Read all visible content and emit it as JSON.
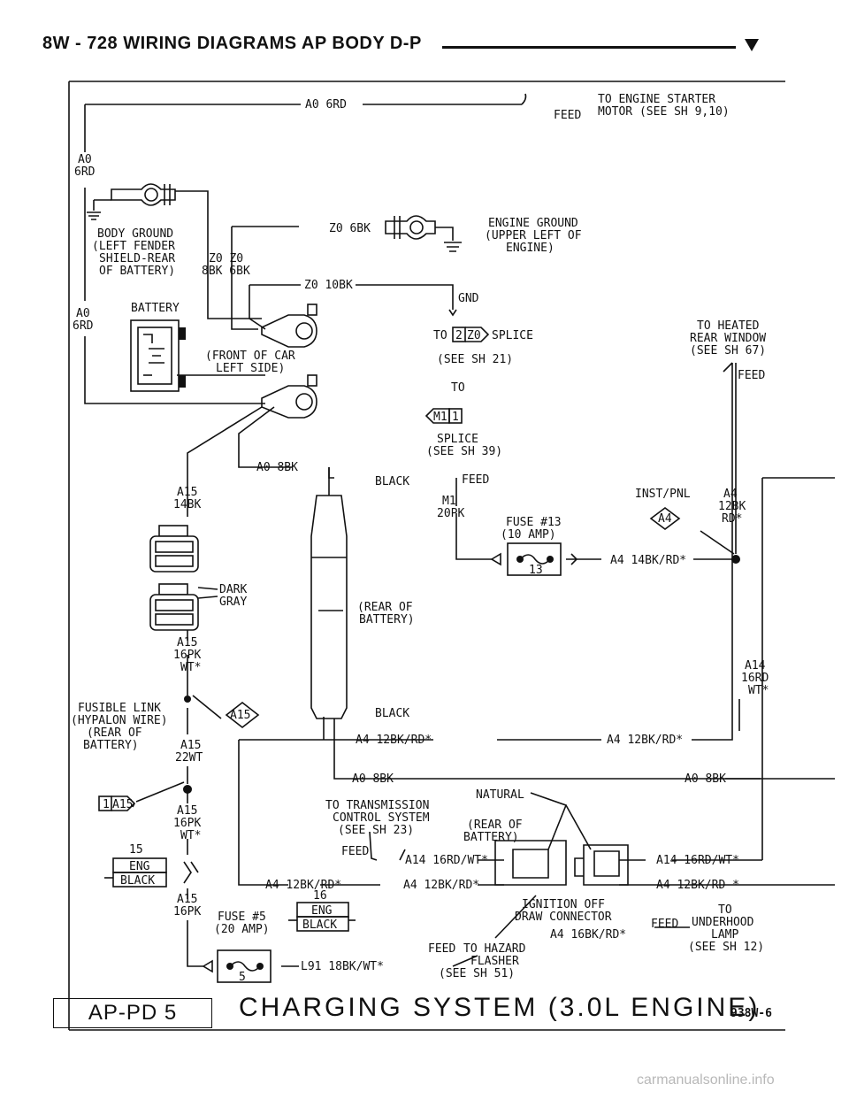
{
  "header": {
    "title": "8W - 728   WIRING DIAGRAMS AP BODY D-P"
  },
  "labels": {
    "a0_6rd_top": "A0 6RD",
    "to_engine_starter_1": "TO ENGINE STARTER",
    "to_engine_starter_2": "MOTOR (SEE SH 9,10)",
    "feed_starter": "FEED",
    "a0_left_1": "A0",
    "a0_left_2": "6RD",
    "body_ground_1": "BODY GROUND",
    "body_ground_2": "(LEFT FENDER",
    "body_ground_3": "SHIELD-REAR",
    "body_ground_4": "OF BATTERY)",
    "z0_z0": "Z0  Z0",
    "bk8_bk6": "8BK 6BK",
    "z0_6bk": "Z0 6BK",
    "engine_ground_1": "ENGINE GROUND",
    "engine_ground_2": "(UPPER LEFT OF",
    "engine_ground_3": "ENGINE)",
    "z0_10bk": "Z0 10BK",
    "gnd": "GND",
    "a0_mid_1": "A0",
    "a0_mid_2": "6RD",
    "battery": "BATTERY",
    "front_of_car_1": "(FRONT OF CAR",
    "front_of_car_2": "LEFT SIDE)",
    "to_splice_z0": "TO",
    "z0_tag_num": "2",
    "z0_tag_txt": "Z0",
    "splice_word": "SPLICE",
    "see_sh_21": "(SEE SH 21)",
    "to_heated_1": "TO HEATED",
    "to_heated_2": "REAR WINDOW",
    "to_heated_3": "(SEE SH 67)",
    "feed_heated": "FEED",
    "to_m1": "TO",
    "m1_tag_txt": "M1",
    "m1_tag_num": "1",
    "splice_m1_1": "SPLICE",
    "splice_m1_2": "(SEE SH 39)",
    "feed_m1": "FEED",
    "m1_wire_1": "M1",
    "m1_wire_2": "20PK",
    "a0_8bk": "A0 8BK",
    "black_1": "BLACK",
    "a15_14bk_1": "A15",
    "a15_14bk_2": "14BK",
    "inst_pnl": "INST/PNL",
    "a4_tag": "A4",
    "a4_12bk_1": "A4",
    "a4_12bk_2": "12BK",
    "a4_12bk_3": "RD*",
    "fuse13_1": "FUSE #13",
    "fuse13_2": "(10 AMP)",
    "fuse13_num": "13",
    "a4_14bk": "A4 14BK/RD*",
    "dark_gray_1": "DARK",
    "dark_gray_2": "GRAY",
    "rear_batt_1": "(REAR OF",
    "rear_batt_2": "BATTERY)",
    "a15_16pk_1": "A15",
    "a15_16pk_2": "16PK",
    "a15_16pk_3": "WT*",
    "a14_16rd_1": "A14",
    "a14_16rd_2": "16RD",
    "a14_16rd_3": "WT*",
    "fusible_1": "FUSIBLE LINK",
    "fusible_2": "(HYPALON WIRE)",
    "fusible_3": "(REAR OF",
    "fusible_4": "BATTERY)",
    "a15_tag": "A15",
    "a15_22wt_1": "A15",
    "a15_22wt_2": "22WT",
    "black_2": "BLACK",
    "a4_12bk_left": "A4 12BK/RD*",
    "a4_12bk_right": "A4 12BK/RD*",
    "a0_8bk_b1": "A0 8BK",
    "a0_8bk_b2": "A0 8BK",
    "a15_conn_num": "1",
    "a15_conn_txt": "A15",
    "a15_16pk_b_1": "A15",
    "a15_16pk_b_2": "16PK",
    "a15_16pk_b_3": "WT*",
    "to_trans_1": "TO TRANSMISSION",
    "to_trans_2": "CONTROL SYSTEM",
    "to_trans_3": "(SEE SH 23)",
    "natural": "NATURAL",
    "rear_batt2_1": "(REAR OF",
    "rear_batt2_2": "BATTERY)",
    "feed_trans": "FEED",
    "a14_16rd_wt_a": "A14 16RD/WT*",
    "a14_16rd_wt_b": "A14 16RD/WT*",
    "pin15": "15",
    "eng_1": "ENG",
    "black_3": "BLACK",
    "a4_12bk_b1": "A4 12BK/RD*",
    "a4_12bk_b2": "A4 12BK/RD*",
    "a4_12bk_b3": "A4 12BK/RD *",
    "pin16": "16",
    "eng_2": "ENG",
    "black_4": "BLACK",
    "a15_16pk_c_1": "A15",
    "a15_16pk_c_2": "16PK",
    "ign_off_1": "IGNITION OFF",
    "ign_off_2": "DRAW CONNECTOR",
    "to_underhood_1": "TO",
    "to_underhood_2": "UNDERHOOD",
    "to_underhood_3": "LAMP",
    "to_underhood_4": "(SEE SH 12)",
    "feed_underhood": "FEED",
    "fuse5_1": "FUSE #5",
    "fuse5_2": "(20 AMP)",
    "fuse5_num": "5",
    "a4_16bk": "A4 16BK/RD*",
    "l91": "L91 18BK/WT*",
    "feed_hazard": "FEED",
    "to_hazard_1": "TO HAZARD",
    "to_hazard_2": "FLASHER",
    "to_hazard_3": "(SEE SH 51)"
  },
  "footer": {
    "code": "AP-PD 5",
    "title": "CHARGING SYSTEM (3.0L ENGINE)",
    "id": "938W-6"
  },
  "watermark": "carmanualsonline.info"
}
